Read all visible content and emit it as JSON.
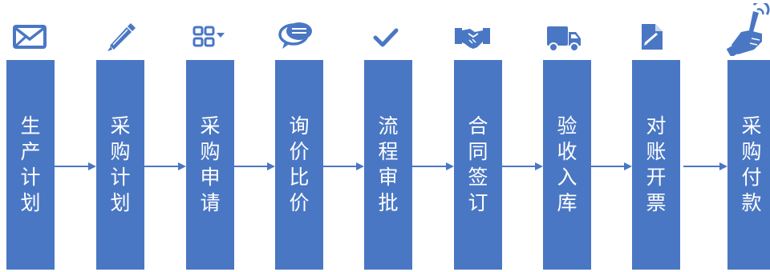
{
  "theme": {
    "box_color": "#4a77c4",
    "arrow_color": "#4a77c4",
    "text_color": "#ffffff"
  },
  "steps": [
    {
      "label": "生产计划",
      "icon": "envelope-icon"
    },
    {
      "label": "采购计划",
      "icon": "pencil-icon"
    },
    {
      "label": "采购申请",
      "icon": "grid-dropdown-icon"
    },
    {
      "label": "询价比价",
      "icon": "speech-bubbles-icon"
    },
    {
      "label": "流程审批",
      "icon": "checkmark-icon"
    },
    {
      "label": "合同签订",
      "icon": "handshake-icon"
    },
    {
      "label": "验收入库",
      "icon": "truck-icon"
    },
    {
      "label": "对账开票",
      "icon": "document-edit-icon"
    },
    {
      "label": "采购付款",
      "icon": "pointing-hand-icon"
    }
  ]
}
